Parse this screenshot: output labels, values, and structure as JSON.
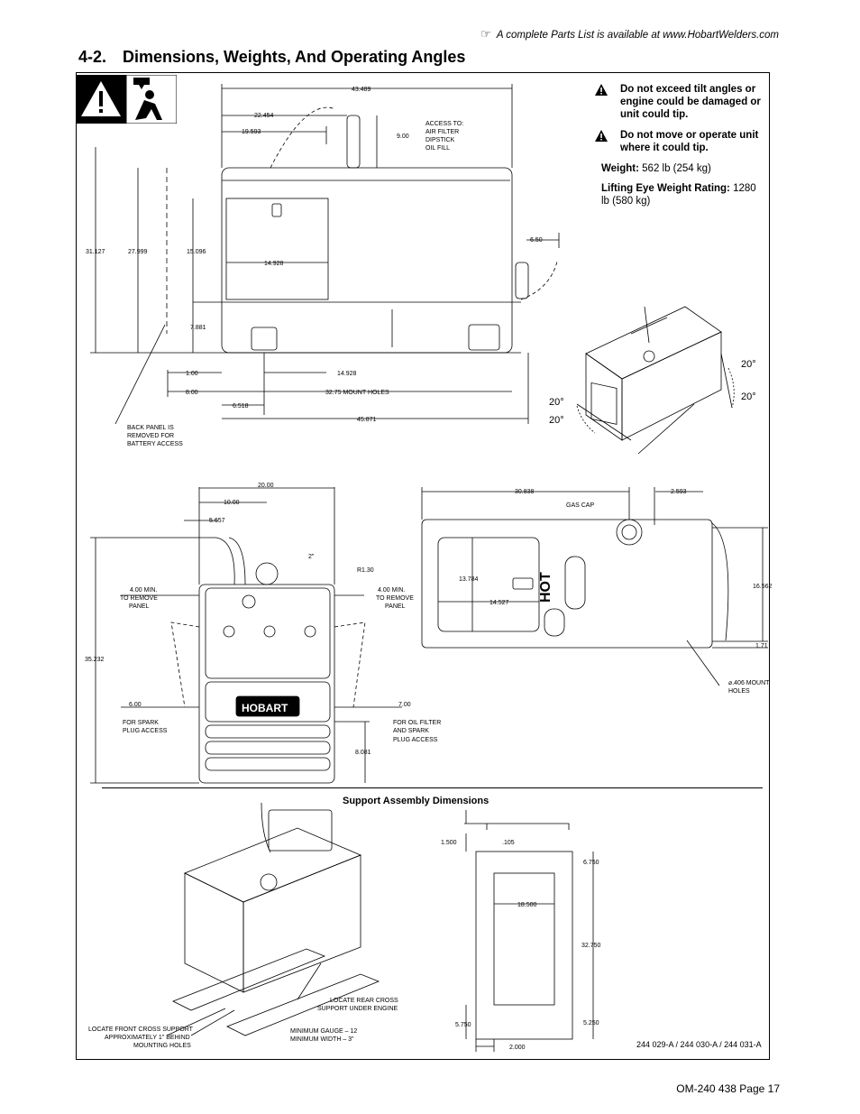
{
  "header": {
    "note_icon": "pointing-hand-icon",
    "note_text": "A complete Parts List is available at www.HobartWelders.com"
  },
  "section": {
    "number": "4-2.",
    "title": "Dimensions, Weights, And Operating Angles"
  },
  "warnings": [
    {
      "icon": "warning-triangle-icon",
      "text": "Do not exceed tilt angles or engine could be damaged or unit could tip."
    },
    {
      "icon": "warning-triangle-icon",
      "text": "Do not move or operate unit where it could tip."
    }
  ],
  "specs": {
    "weight_label": "Weight:",
    "weight_value": "562 lb (254 kg)",
    "lifting_label": "Lifting Eye Weight Rating:",
    "lifting_value": "1280 lb (580 kg)"
  },
  "side_view": {
    "dims": {
      "overall_top": "43.489",
      "exhaust_to_lift": "22.454",
      "to_exhaust": "19.593",
      "top_height": "9.00",
      "access_note": [
        "ACCESS TO:",
        "AIR FILTER",
        "DIPSTICK",
        "OIL FILL"
      ],
      "height_total": "31.127",
      "height_body": "27.999",
      "height_door": "15.096",
      "height_base": "7.881",
      "door_width": "14.928",
      "handle_offset": "6.50",
      "offset_1": "1.00",
      "hole_center": "14.928",
      "offset_8": "8.00",
      "mount_holes": "32.75 MOUNT HOLES",
      "rear_offset": "6.518",
      "overall_bottom": "45.871",
      "back_panel_note": [
        "BACK PANEL IS",
        "REMOVED FOR",
        "BATTERY ACCESS"
      ]
    }
  },
  "tilt_angles": {
    "a1": "20°",
    "a2": "20°",
    "a3": "20°",
    "a4": "20°"
  },
  "front_view": {
    "dims": {
      "width": "20.00",
      "half_width": "10.00",
      "exhaust_offset": "5.657",
      "lip": "2\"",
      "radius": "R1.30",
      "clearance_left": [
        "4.00 MIN.",
        "TO REMOVE",
        "PANEL"
      ],
      "clearance_right": [
        "4.00 MIN.",
        "TO REMOVE",
        "PANEL"
      ],
      "height": "35.232",
      "spark_left": "6.00",
      "spark_right": "7.00",
      "spark_left_note": [
        "FOR SPARK",
        "PLUG ACCESS"
      ],
      "oil_note": [
        "FOR OIL FILTER",
        "AND SPARK",
        "PLUG ACCESS"
      ],
      "base_height": "8.081",
      "brand": "HOBART"
    }
  },
  "top_view": {
    "dims": {
      "length_to_cap": "30.838",
      "cap_offset": "2.593",
      "gas_cap": "GAS CAP",
      "door_height": "13.784",
      "door_width": "14.527",
      "width": "16.562",
      "edge": "1.71",
      "hot_label": "HOT",
      "hole_note": [
        "⌀.406 MOUNT",
        "HOLES"
      ]
    }
  },
  "support": {
    "title": "Support Assembly Dimensions",
    "dims": {
      "flange": "1.500",
      "thickness": ".105",
      "inner_width": "18.500",
      "top_offset": "6.750",
      "length": "32.750",
      "left_bottom": "5.750",
      "right_bottom": "5.250",
      "bottom_width": "2.000"
    },
    "notes": {
      "front": [
        "LOCATE FRONT CROSS SUPPORT",
        "APPROXIMATELY 1\" BEHIND",
        "MOUNTING HOLES"
      ],
      "rear": [
        "LOCATE REAR CROSS",
        "SUPPORT UNDER ENGINE"
      ],
      "gauge": [
        "MINIMUM GAUGE – 12",
        "MINIMUM WIDTH – 3\""
      ]
    }
  },
  "reference": "244 029-A / 244 030-A / 244 031-A",
  "footer": "OM-240 438 Page 17"
}
